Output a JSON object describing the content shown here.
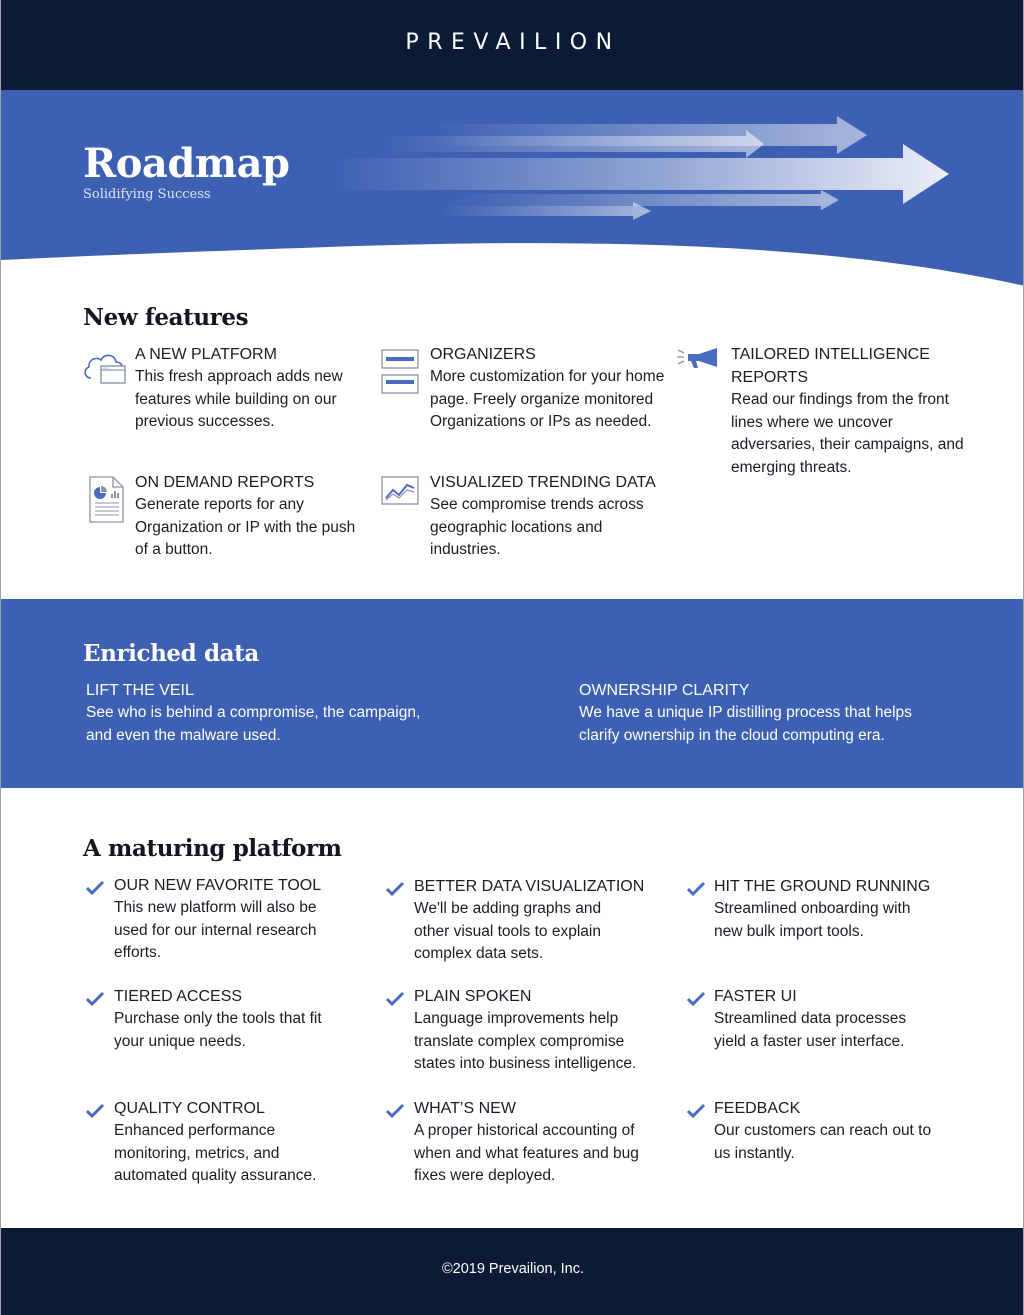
{
  "header": {
    "logo": "PREVAILION"
  },
  "hero": {
    "title": "Roadmap",
    "subtitle": "Solidifying Success"
  },
  "new_features": {
    "heading": "New features",
    "items": [
      {
        "icon": "cloud-platform-icon",
        "title": "A NEW PLATFORM",
        "desc": "This fresh approach adds new features while building on our previous successes."
      },
      {
        "icon": "organizer-icon",
        "title": "ORGANIZERS",
        "desc": "More customization for your home page. Freely organize monitored Organizations or IPs as needed."
      },
      {
        "icon": "megaphone-icon",
        "title": "TAILORED INTELLIGENCE REPORTS",
        "desc": "Read our findings from the front lines where we uncover adversaries, their campaigns, and emerging threats."
      },
      {
        "icon": "report-document-icon",
        "title": "ON DEMAND REPORTS",
        "desc": "Generate reports for any Organization or IP with the push of a button."
      },
      {
        "icon": "trend-chart-icon",
        "title": "VISUALIZED TRENDING DATA",
        "desc": "See compromise trends across geographic locations and industries."
      }
    ]
  },
  "enriched": {
    "heading": "Enriched data",
    "items": [
      {
        "title": "LIFT THE VEIL",
        "desc": "See who is behind a compromise, the campaign, and even the malware used."
      },
      {
        "title": "OWNERSHIP CLARITY",
        "desc": "We have a unique IP distilling process that helps clarify ownership in the cloud computing era."
      }
    ]
  },
  "maturing": {
    "heading": "A maturing platform",
    "items": [
      {
        "title": "OUR NEW FAVORITE TOOL",
        "desc": "This new platform will also be used for our internal research efforts."
      },
      {
        "title": "BETTER DATA VISUALIZATION",
        "desc": "We'll be adding graphs and other visual tools to explain complex data sets."
      },
      {
        "title": "HIT THE GROUND RUNNING",
        "desc": "Streamlined onboarding with new bulk import tools."
      },
      {
        "title": "TIERED ACCESS",
        "desc": "Purchase only the tools that fit your unique needs."
      },
      {
        "title": "PLAIN SPOKEN",
        "desc": "Language improvements help translate complex compromise states into business intelligence."
      },
      {
        "title": "FASTER UI",
        "desc": "Streamlined data processes yield a faster user interface."
      },
      {
        "title": "QUALITY CONTROL",
        "desc": "Enhanced performance monitoring, metrics, and automated quality assurance."
      },
      {
        "title": "WHAT’S NEW",
        "desc": "A proper historical accounting of when and what features and bug fixes were deployed."
      },
      {
        "title": "FEEDBACK",
        "desc": "Our customers can reach out to us instantly."
      }
    ]
  },
  "footer": {
    "copyright": "©2019 Prevailion, Inc."
  },
  "colors": {
    "navy": "#0d1a35",
    "brand_blue": "#3d60b3",
    "icon_blue": "#4a6cc0",
    "text": "#1c1c24"
  }
}
